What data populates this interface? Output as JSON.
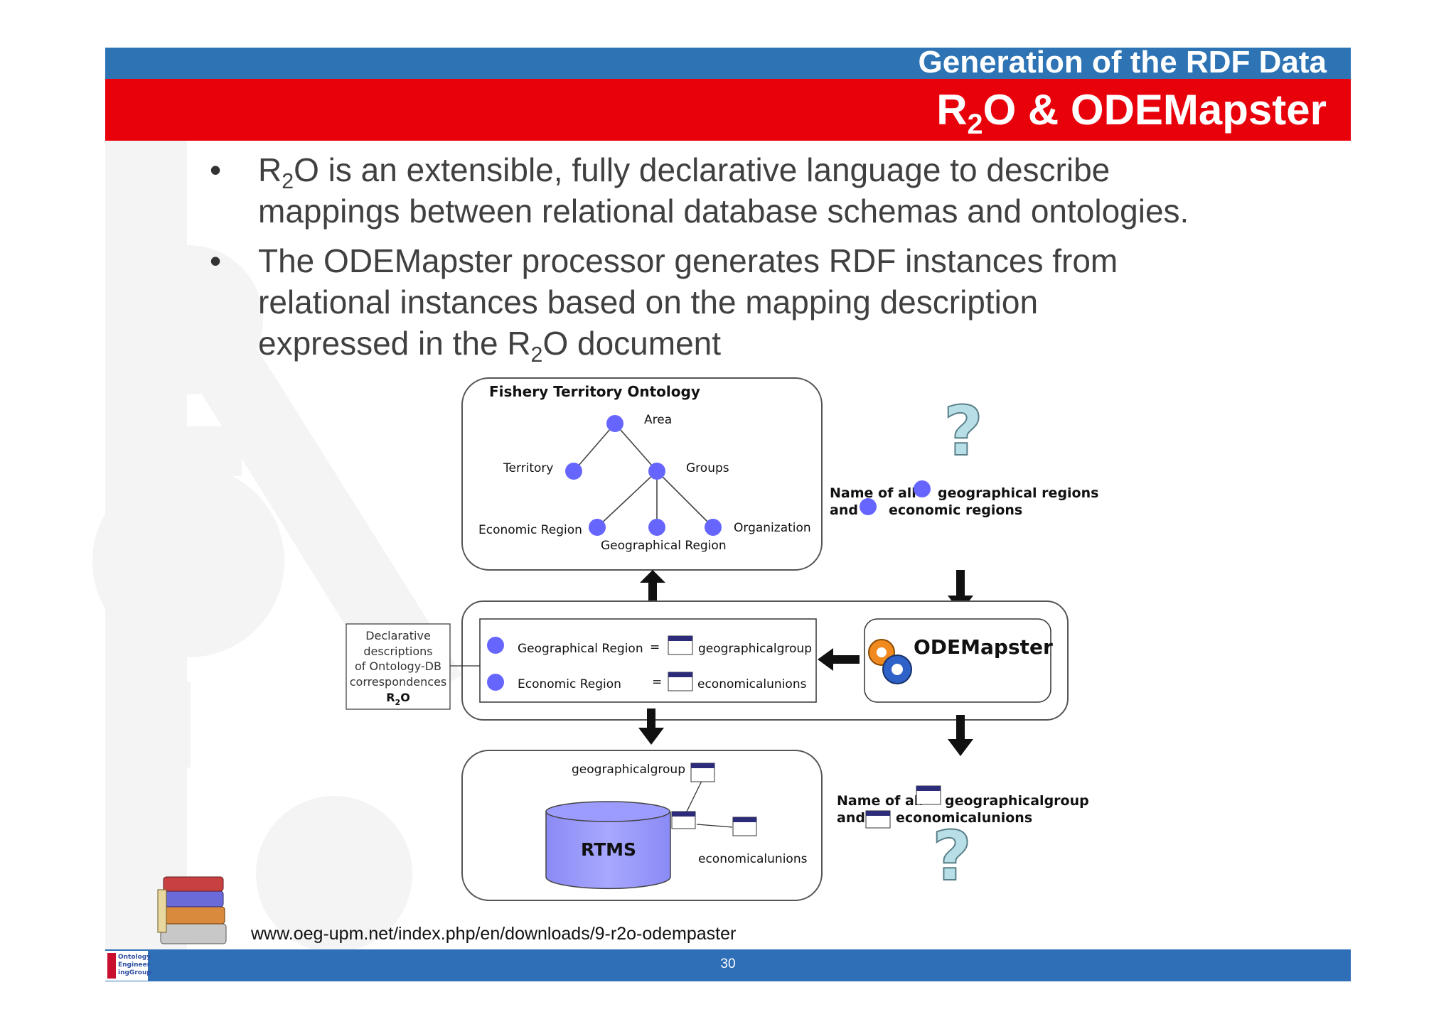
{
  "header": {
    "section_title": "Generation of the RDF Data",
    "title_main": "R",
    "title_sub": "2",
    "title_rest": "O & ODEMapster"
  },
  "bullets": [
    {
      "line1_pre": "R",
      "line1_sub": "2",
      "line1_post": "O is an extensible, fully declarative language to describe",
      "line2": "mappings between relational database schemas and ontologies."
    },
    {
      "line1": "The ODEMapster processor generates RDF instances from",
      "line2": "relational instances based on the mapping description",
      "line3_pre": "expressed in the R",
      "line3_sub": "2",
      "line3_post": "O document"
    }
  ],
  "diagram": {
    "ontology": {
      "title": "Fishery Territory Ontology",
      "nodes": {
        "area": "Area",
        "territory": "Territory",
        "groups": "Groups",
        "economic_region": "Economic Region",
        "geographical_region": "Geographical Region",
        "organization": "Organization"
      }
    },
    "query": {
      "line1_pre": "Name of all",
      "line1_post": "geographical regions",
      "line2_pre": "and",
      "line2_post": "economic regions"
    },
    "mapping": {
      "row1_concept": "Geographical Region",
      "row1_eq": "=",
      "row1_table": "geographicalgroup",
      "row2_concept": "Economic Region",
      "row2_eq": "=",
      "row2_table": "economicalunions"
    },
    "r2o_note": {
      "lines": [
        "Declarative",
        "descriptions",
        "of Ontology-DB",
        "correspondences"
      ],
      "r2o_pre": "R",
      "r2o_sub": "2",
      "r2o_post": "O"
    },
    "odemapster": {
      "label": "ODEMapster"
    },
    "database": {
      "label": "RTMS",
      "table1": "geographicalgroup",
      "table2": "economicalunions"
    },
    "result": {
      "line1_pre": "Name of all",
      "line1_post": "geographicalgroup",
      "line2_pre": "and",
      "line2_post": "economicalunions"
    },
    "question_mark": "?"
  },
  "footer": {
    "url": "www.oeg-upm.net/index.php/en/downloads/9-r2o-odempaster",
    "page_number": "30",
    "logo_lines": [
      "Ontology",
      "Engineer",
      "ingGroup"
    ]
  },
  "colors": {
    "header_blue": "#2e74b5",
    "header_red": "#e8000b",
    "node_blue": "#6666ff",
    "footer_blue": "#2e6fb8",
    "table_header": "#2c2c7a",
    "cylinder": "#9999ff"
  }
}
